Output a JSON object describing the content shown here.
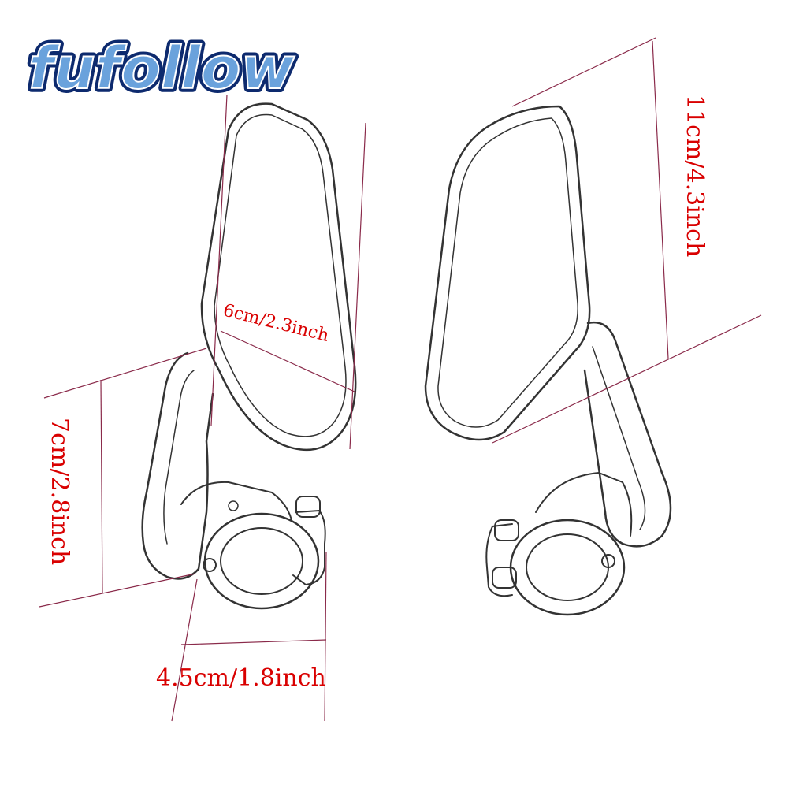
{
  "brand": {
    "logo_text": "fufollow",
    "logo_fill": "#6aa2dc",
    "logo_outline": "#0d2a6e"
  },
  "colors": {
    "dimension_text": "#d90000",
    "dimension_line": "#8a2a4a",
    "sketch_line": "#333333"
  },
  "dimensions": {
    "total_height": "11cm/4.3inch",
    "mirror_width": "6cm/2.3inch",
    "arm_height": "7cm/2.8inch",
    "clamp_width": "4.5cm/1.8inch"
  }
}
